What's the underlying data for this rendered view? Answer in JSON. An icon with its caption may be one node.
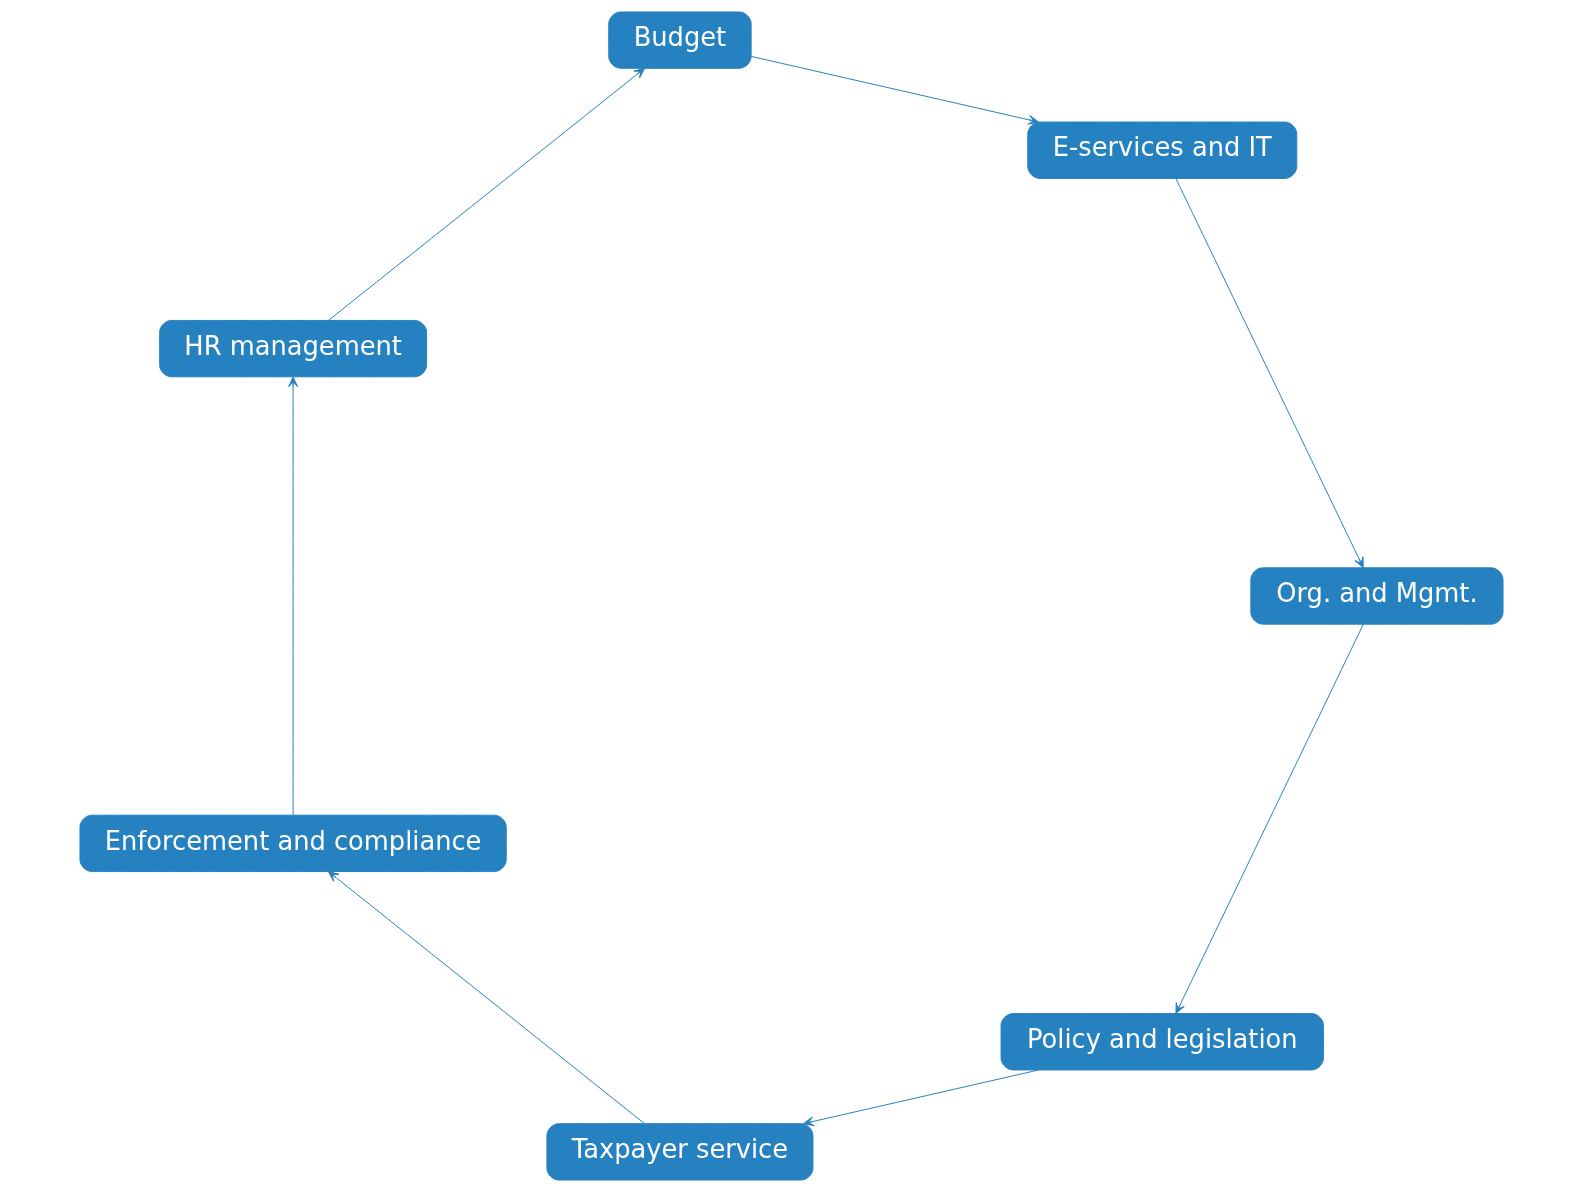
{
  "diagram": {
    "nodes": [
      {
        "text": [
          "Policy and legislation"
        ]
      },
      {
        "text": [
          "Taxpayer service"
        ]
      },
      {
        "text": [
          "Enforcement and compliance"
        ]
      },
      {
        "text": [
          "HR management"
        ]
      },
      {
        "text": [
          "Budget"
        ]
      },
      {
        "text": [
          "E-services and IT"
        ]
      },
      {
        "text": [
          "Org. and Mgmt."
        ]
      }
    ],
    "edges": [
      {
        "from": 0,
        "to": 1,
        "arrow": "to"
      },
      {
        "from": 1,
        "to": 2,
        "arrow": "to"
      },
      {
        "from": 2,
        "to": 3,
        "arrow": "to"
      },
      {
        "from": 3,
        "to": 4,
        "arrow": "to"
      },
      {
        "from": 4,
        "to": 5,
        "arrow": "to"
      },
      {
        "from": 5,
        "to": 6,
        "arrow": "to"
      },
      {
        "from": 6,
        "to": 0,
        "arrow": "to"
      }
    ]
  }
}
